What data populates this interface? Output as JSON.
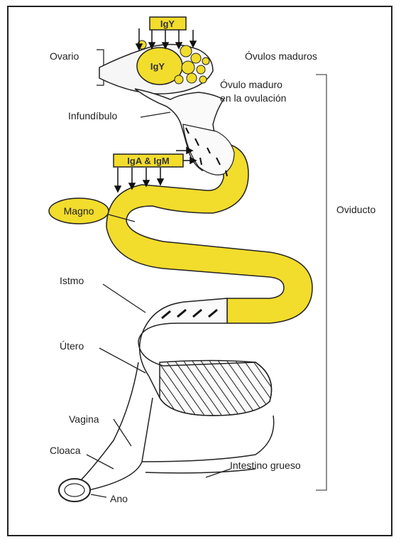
{
  "colors": {
    "accent": "#f2dc2c",
    "line": "#1a1a1a",
    "background": "#ffffff"
  },
  "labels": {
    "igy_box": "IgY",
    "igy_ovary": "IgY",
    "iga_igm_box": "IgA & IgM",
    "ovario": "Ovario",
    "ovulos_maduros": "Óvulos maduros",
    "ovulo_maduro_line1": "Óvulo maduro",
    "ovulo_maduro_line2": "en la ovulación",
    "infundibulo": "Infundíbulo",
    "magno": "Magno",
    "oviducto": "Oviducto",
    "istmo": "Istmo",
    "utero": "Útero",
    "vagina": "Vagina",
    "cloaca": "Cloaca",
    "intestino_grueso": "Intestino grueso",
    "ano": "Ano"
  }
}
